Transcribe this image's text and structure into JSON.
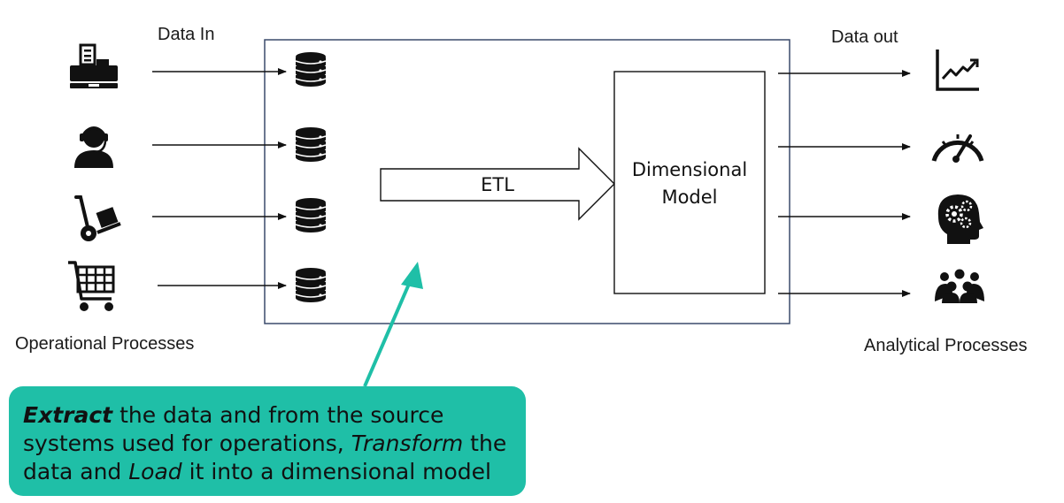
{
  "labels": {
    "data_in": "Data In",
    "data_out": "Data out",
    "operational": "Operational Processes",
    "analytical": "Analytical Processes",
    "etl": "ETL",
    "model_line1": "Dimensional",
    "model_line2": "Model"
  },
  "callout": {
    "extract": "Extract",
    "part1": " the data and from the source systems used for operations, ",
    "transform": "Transform",
    "part2": " the data and ",
    "load": "Load",
    "part3": " it into a dimensional model"
  },
  "colors": {
    "accent": "#1fbfa7",
    "frame": "#3a4a6b",
    "icon": "#111111"
  },
  "icons": {
    "sources": [
      "cash-register-icon",
      "call-center-agent-icon",
      "hand-truck-icon",
      "shopping-cart-icon"
    ],
    "outputs": [
      "line-chart-icon",
      "gauge-icon",
      "brain-gears-icon",
      "team-icon"
    ],
    "storage": "database-icon"
  }
}
